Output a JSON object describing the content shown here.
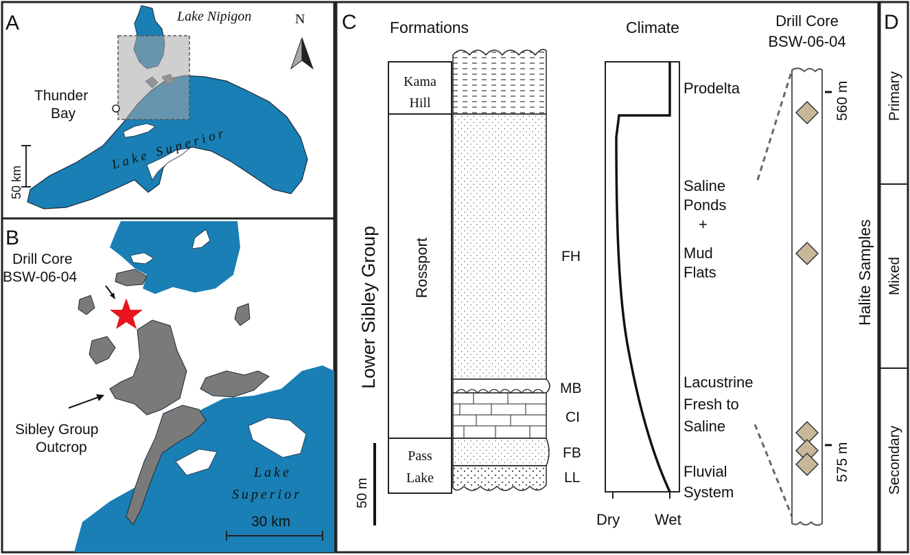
{
  "panels": {
    "a": {
      "letter": "A",
      "lake_nipigon": "Lake Nipigon",
      "north": "N",
      "thunder_bay_line1": "Thunder",
      "thunder_bay_line2": "Bay",
      "lake_superior": "Lake Superior",
      "scale": "50 km"
    },
    "b": {
      "letter": "B",
      "drill_core_line1": "Drill Core",
      "drill_core_line2": "BSW-06-04",
      "outcrop_line1": "Sibley Group",
      "outcrop_line2": "Outcrop",
      "lake_line1": "Lake",
      "lake_line2": "Superior",
      "scale": "30 km"
    },
    "c": {
      "letter": "C",
      "formations_title": "Formations",
      "climate_title": "Climate",
      "group_label": "Lower Sibley Group",
      "kama_line1": "Kama",
      "kama_line2": "Hill",
      "rossport": "Rossport",
      "pass_line1": "Pass",
      "pass_line2": "Lake",
      "units": [
        "FH",
        "MB",
        "CI",
        "FB",
        "LL"
      ],
      "scale": "50 m",
      "dry": "Dry",
      "wet": "Wet",
      "env_prodelta": "Prodelta",
      "env_saline": [
        "Saline",
        "Ponds",
        "+",
        "Mud",
        "Flats"
      ],
      "env_lacustrine": [
        "Lacustrine",
        "Fresh to",
        "Saline"
      ],
      "env_fluvial": [
        "Fluvial",
        "System"
      ],
      "core_line1": "Drill Core",
      "core_line2": "BSW-06-04",
      "depth_top": "560 m",
      "depth_bottom": "575 m",
      "halite": "Halite Samples"
    },
    "d": {
      "letter": "D",
      "categories": [
        "Primary",
        "Mixed",
        "Secondary"
      ]
    }
  },
  "colors": {
    "water": "#1a7fb4",
    "outcrop": "#7a7a7a",
    "inset_box": "#a8a8a8",
    "star": "#e8141e",
    "sample": "#c8b89a"
  }
}
